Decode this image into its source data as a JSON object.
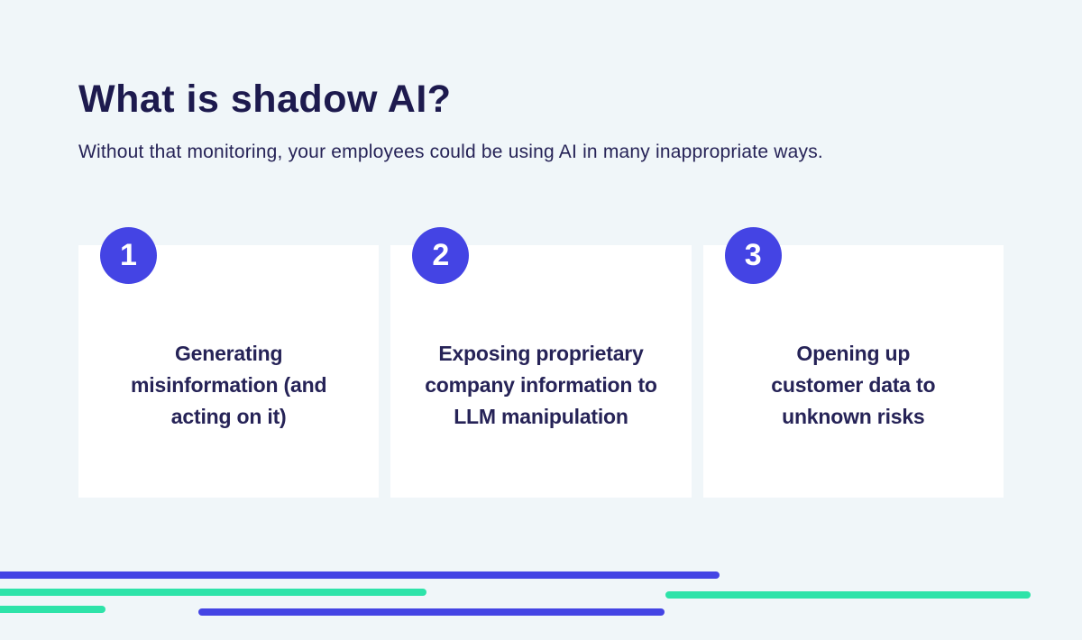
{
  "header": {
    "title": "What is shadow AI?",
    "subtitle": "Without that monitoring, your employees could be using AI in many inappropriate ways."
  },
  "cards": [
    {
      "number": "1",
      "lines": [
        "Generating",
        "misinformation (and",
        "acting on it)"
      ]
    },
    {
      "number": "2",
      "lines": [
        "Exposing proprietary",
        "company information to",
        "LLM manipulation"
      ]
    },
    {
      "number": "3",
      "lines": [
        "Opening up",
        "customer data to",
        "unknown risks"
      ]
    }
  ],
  "colors": {
    "accent_blue": "#4444e4",
    "accent_green": "#2ee3a9",
    "navy_dark": "#1d1a4e",
    "navy": "#262357",
    "background": "#f0f6f9",
    "card_background": "#ffffff"
  }
}
